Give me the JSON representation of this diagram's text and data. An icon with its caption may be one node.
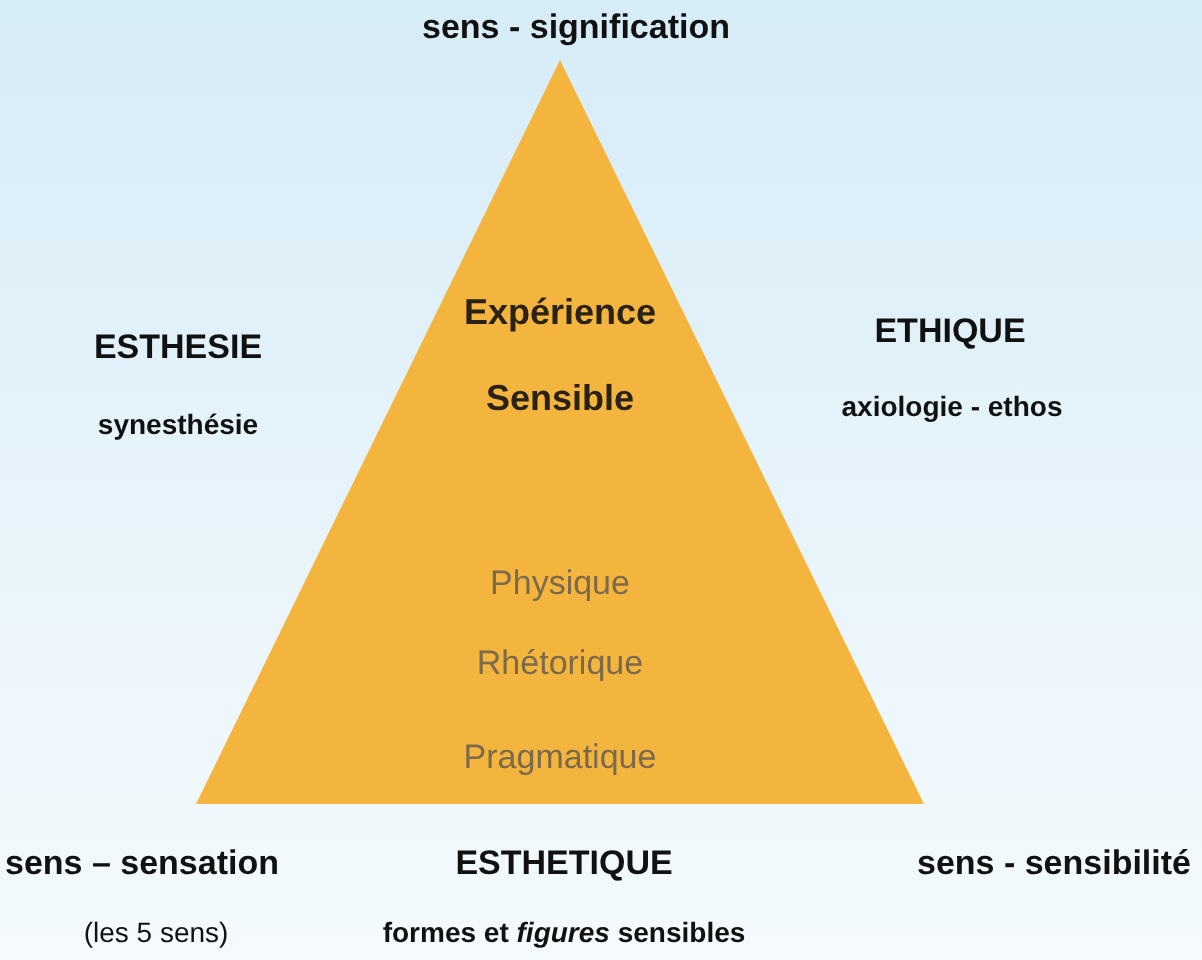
{
  "diagram": {
    "nodes": [
      {
        "text": [
          "Expérience Sensible",
          "Physique",
          "Rhétorique",
          "Pragmatique"
        ]
      }
    ],
    "labels": [
      "sens - signification",
      "ESTHESIE",
      "ETHIQUE",
      "synesthésie",
      "axiologie - ethos",
      "sens – sensation",
      "ESTHETIQUE",
      "sens - sensibilité",
      "(les 5 sens)",
      "formes et *figures* sensibles"
    ]
  }
}
